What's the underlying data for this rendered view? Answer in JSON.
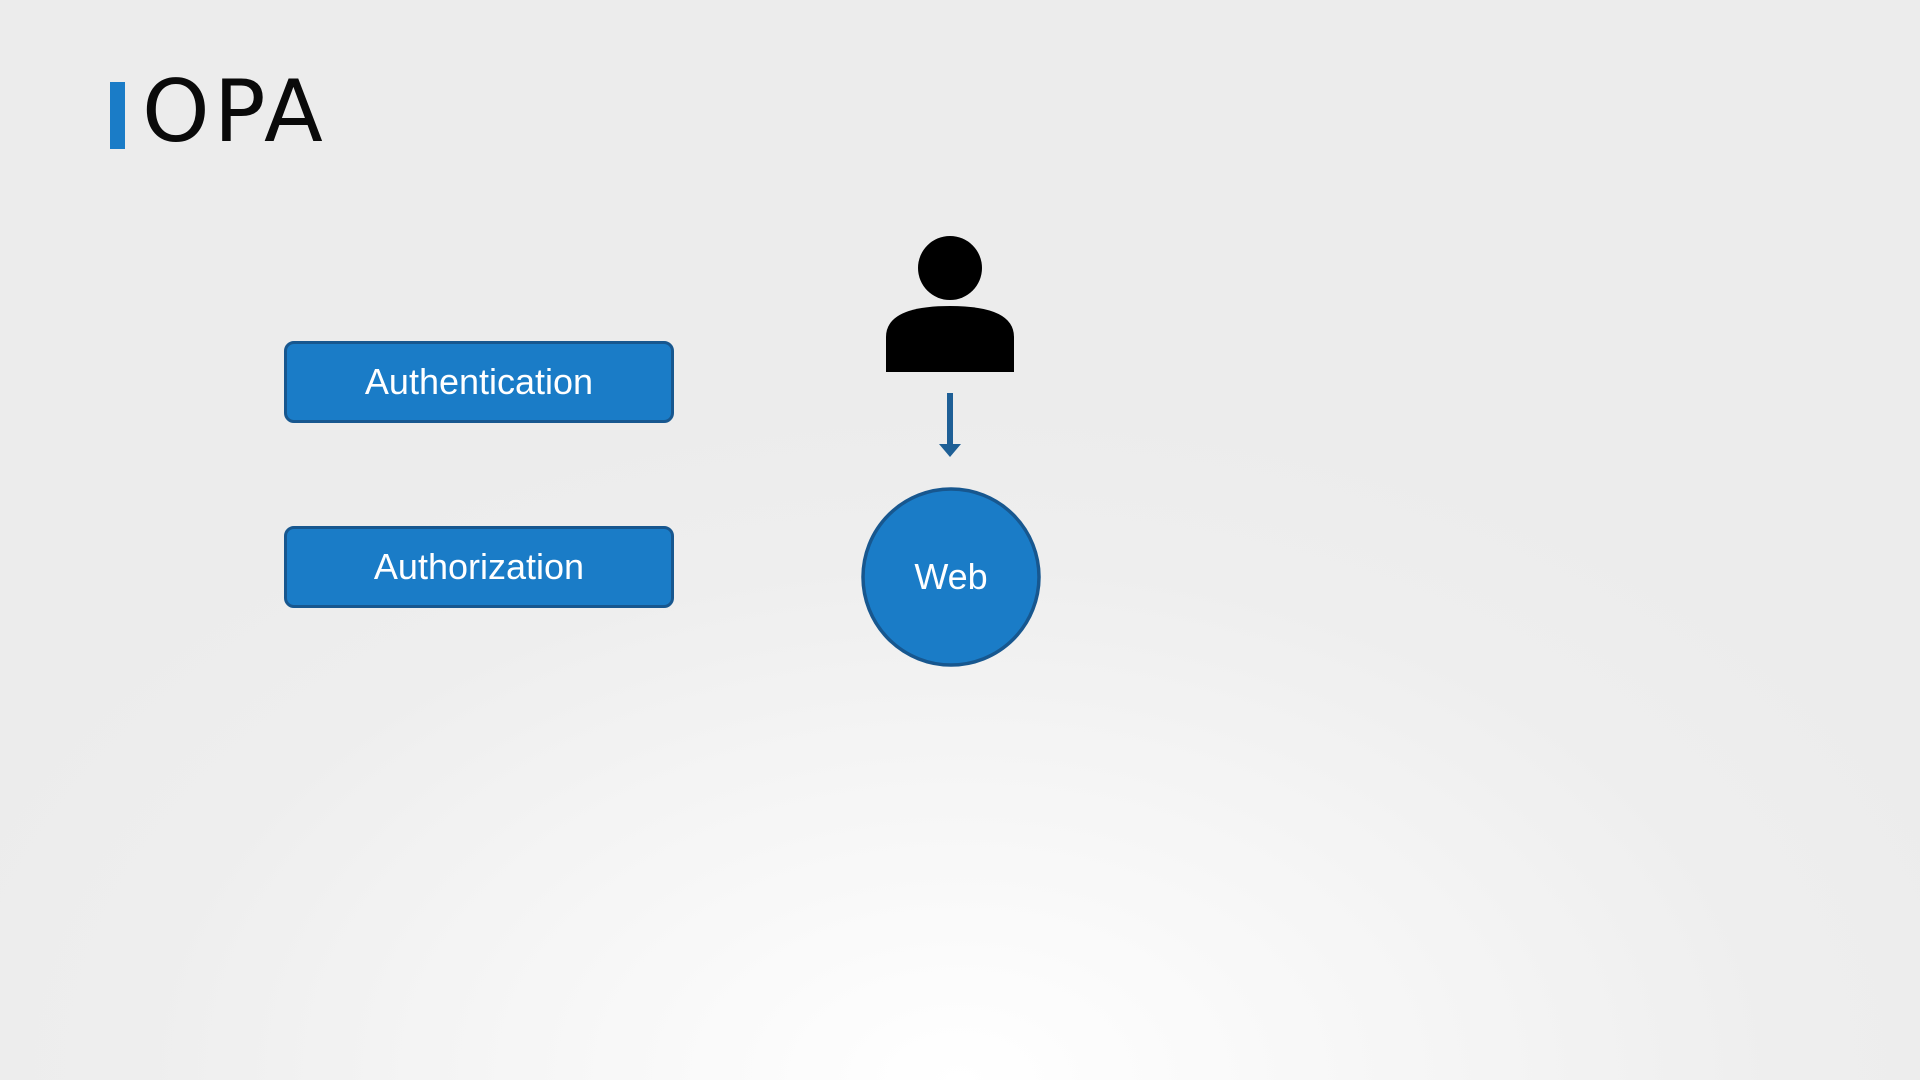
{
  "slide": {
    "title": "OPA"
  },
  "diagram": {
    "boxes": {
      "authentication": "Authentication",
      "authorization": "Authorization"
    },
    "nodes": {
      "web": "Web"
    },
    "icons": {
      "user": "user-icon",
      "arrow": "arrow-down-icon"
    },
    "colors": {
      "accent": "#1a7cc7",
      "border": "#17578f",
      "arrow": "#1e5f96",
      "icon": "#000000"
    }
  }
}
